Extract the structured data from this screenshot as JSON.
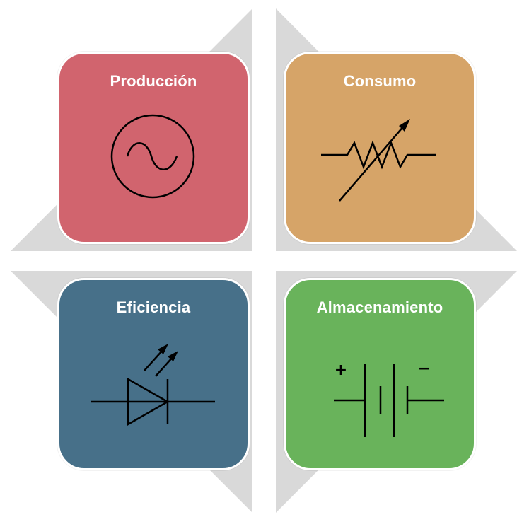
{
  "cards": [
    {
      "title": "Producción",
      "color": "#d1646e",
      "icon": "ac-source-icon"
    },
    {
      "title": "Consumo",
      "color": "#d6a468",
      "icon": "variable-resistor-icon"
    },
    {
      "title": "Eficiencia",
      "color": "#477089",
      "icon": "led-icon"
    },
    {
      "title": "Almacenamiento",
      "color": "#69b35b",
      "icon": "battery-icon"
    }
  ],
  "battery_labels": {
    "plus": "+",
    "minus": "−"
  },
  "arrow_color": "#d9d9d9"
}
